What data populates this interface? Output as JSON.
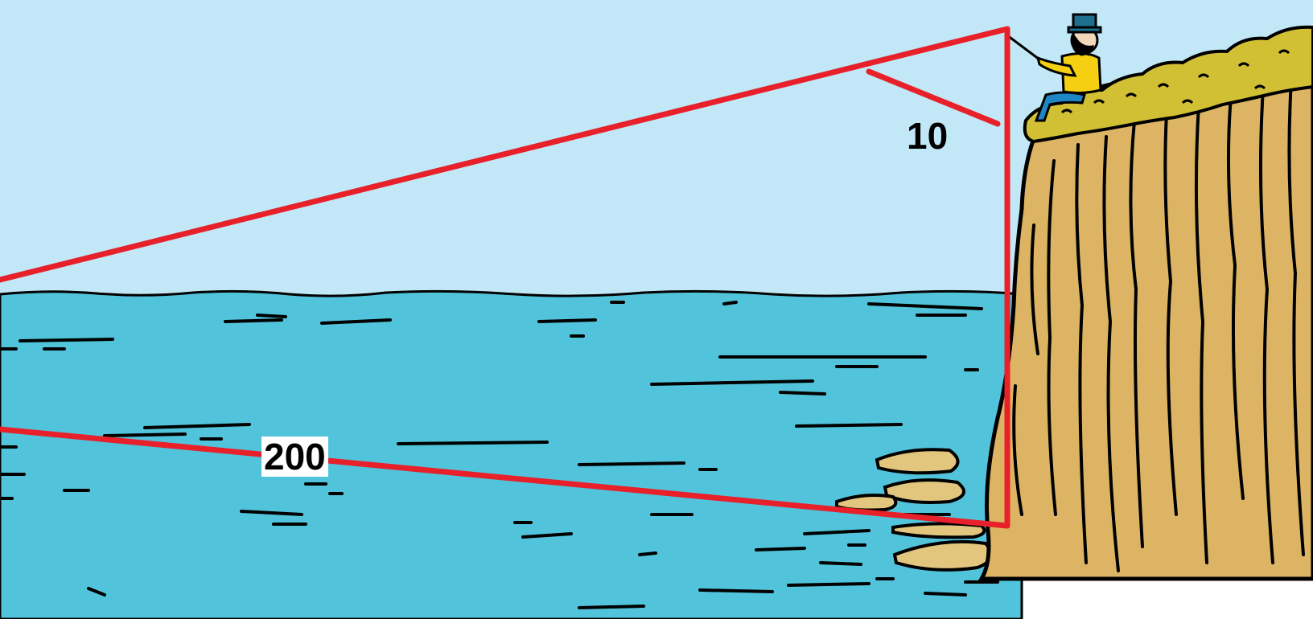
{
  "labels": {
    "angle_side": "10",
    "distance": "200"
  },
  "colors": {
    "sky": "#c2e8f7",
    "sea": "#51c4dc",
    "cliff": "#dcb464",
    "grass": "#d2c034",
    "lines": "#e8202a",
    "rocks": "#e2c67e",
    "figure_shirt": "#f4cf12",
    "figure_pants": "#1f86c6",
    "figure_hat": "#1e6f8e"
  },
  "icons": [
    "fisherman-figure",
    "cliff",
    "rocks",
    "sea"
  ]
}
